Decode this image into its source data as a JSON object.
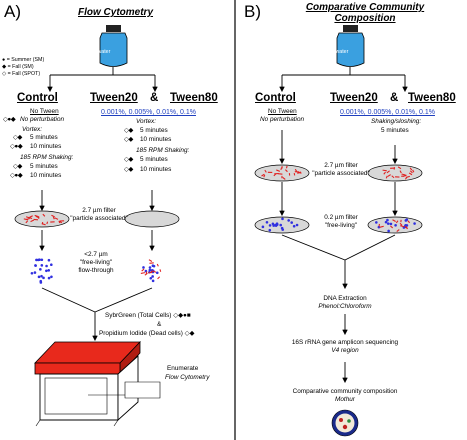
{
  "panelA": {
    "letter": "A)",
    "title": "Flow Cytometry",
    "bottle_label": "Seawater",
    "legend": [
      {
        "symbol": "●",
        "text": "= Summer (SM)"
      },
      {
        "symbol": "◆",
        "text": "= Fall (SM)"
      },
      {
        "symbol": "◇",
        "text": "= Fall (SPOT)"
      }
    ],
    "headers": {
      "control": "Control",
      "tween20": "Tween20",
      "amp": "&",
      "tween80": "Tween80"
    },
    "concentrations": "0.001%, 0.005%, 0.01%, 0.1%",
    "control_text": {
      "no_tween": "No Tween",
      "no_perturbation": "No perturbation",
      "vortex": "Vortex:",
      "v5": "5 minutes",
      "v10": "10 minutes",
      "shaking": "185 RPM Shaking:",
      "s5": "5 minutes",
      "s10": "10 minutes",
      "sym_np": "◇●◆",
      "sym_v5": "◇◆",
      "sym_v10": "◇●◆",
      "sym_s5": "◇◆",
      "sym_s10": "◇●◆"
    },
    "tween_text": {
      "vortex": "Vortex:",
      "v5": "5 minutes",
      "v10": "10 minutes",
      "shaking": "185 RPM Shaking:",
      "s5": "5 minutes",
      "s10": "10 minutes",
      "sym": "◇◆"
    },
    "filter_label": "2.7 µm filter",
    "filter_label2": "\"particle associated\"",
    "freeliving_1": "<2.7 µm",
    "freeliving_2": "\"free-living\"",
    "freeliving_3": "flow-through",
    "stain_1": "SybrGreen (Total Cells)",
    "stain_1_sym": "◇◆●■",
    "stain_amp": "&",
    "stain_2": "Propidium Iodide (Dead cells)",
    "stain_2_sym": "◇◆",
    "enumerate_1": "Enumerate",
    "enumerate_2": "Flow Cytometry"
  },
  "panelB": {
    "letter": "B)",
    "title_1": "Comparative Community",
    "title_2": "Composition",
    "bottle_label": "Seawater",
    "headers": {
      "control": "Control",
      "tween20": "Tween20",
      "amp": "&",
      "tween80": "Tween80"
    },
    "concentrations": "0.001%, 0.005%, 0.01%, 0.1%",
    "no_tween": "No Tween",
    "no_perturbation": "No perturbation",
    "shaking": "Shaking/sloshing:",
    "shaking_time": "5 minutes",
    "filter27_1": "2.7 µm filter",
    "filter27_2": "\"particle associated\"",
    "filter02_1": "0.2 µm filter",
    "filter02_2": "\"free-living\"",
    "dna_1": "DNA Extraction",
    "dna_2": "Phenol:Chloroform",
    "seq_1": "16S rRNA gene amplicon sequencing",
    "seq_2": "V4 region",
    "comp_1": "Comparative community composition",
    "comp_2": "Mothur"
  },
  "colors": {
    "water": "#3aa0e0",
    "cap": "#222222",
    "red_cell": "#e02020",
    "blue_cell": "#3030e0",
    "instrument": "#e8291c"
  }
}
